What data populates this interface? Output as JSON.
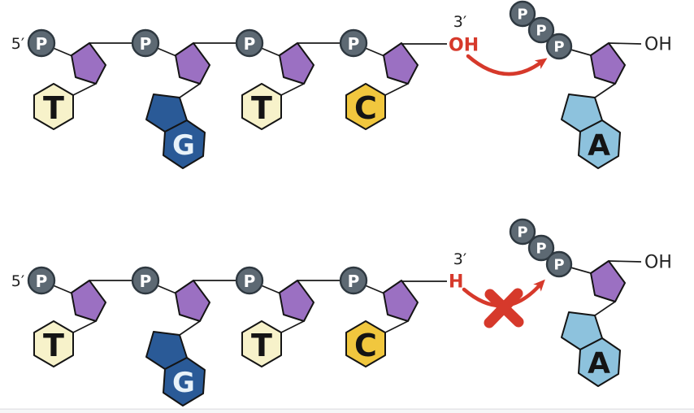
{
  "colors": {
    "sugar": "#9b70c2",
    "phosphate_fill": "#5d6973",
    "thymine": "#f7f2ca",
    "cytosine": "#f1c73e",
    "guanine": "#2a5a97",
    "adenine": "#8dc2dd",
    "red": "#d6392b"
  },
  "top": {
    "five_prime": "5′",
    "three_prime": "3′",
    "strand": {
      "phosphates": [
        "P",
        "P",
        "P",
        "P"
      ],
      "bases": [
        "T",
        "G",
        "T",
        "C"
      ],
      "end_group": "OH"
    },
    "incoming": {
      "phosphates": [
        "P",
        "P",
        "P"
      ],
      "base": "A",
      "hydroxyl": "OH"
    }
  },
  "bottom": {
    "five_prime": "5′",
    "three_prime": "3′",
    "strand": {
      "phosphates": [
        "P",
        "P",
        "P",
        "P"
      ],
      "bases": [
        "T",
        "G",
        "T",
        "C"
      ],
      "end_group": "H"
    },
    "incoming": {
      "phosphates": [
        "P",
        "P",
        "P"
      ],
      "base": "A",
      "hydroxyl": "OH"
    }
  }
}
